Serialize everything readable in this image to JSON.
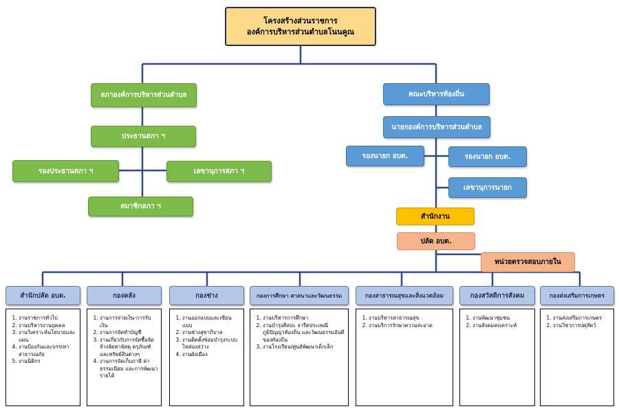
{
  "title": {
    "line1": "โครงสร้างส่วนราชการ",
    "line2": "องค์การบริหารส่วนตำบลโนนคูณ"
  },
  "left": {
    "council": "สภาองค์การบริหารส่วนตำบล",
    "chair": "ประธานสภา ฯ",
    "vice_chair": "รองประธานสภา ฯ",
    "secretary": "เลขานุการสภา ฯ",
    "members": "สมาชิกสภา ฯ"
  },
  "right": {
    "executive": "คณะบริหารท้องถิ่น",
    "mayor": "นายกองค์การบริหารส่วนตำบล",
    "deputy_1": "รองนายก อบต.",
    "deputy_2": "รองนายก อบต.",
    "mayor_secretary": "เลขานุการนายก",
    "office": "สำนักงาน",
    "clerk": "ปลัด อบต.",
    "audit": "หน่วยตรวจสอบภายใน"
  },
  "departments": [
    {
      "name": "สำนักปลัด อบต.",
      "items": [
        "งานราชการทั่วไป",
        "งานบริหารงานบุคคล",
        "งานวิเคราะห์นโยบายและแผน",
        "งานป้องกันและบรรเทาสาธารณภัย",
        "งานนิติกร"
      ]
    },
    {
      "name": "กองคลัง",
      "items": [
        "งานการจ่ายเงิน-การรับเงิน",
        "งานการจัดทำบัญชี",
        "งานเกี่ยวกับการจัดซื้อจัดจ้างจัดหาพัสดุ ครุภัณฑ์และทรัพย์สินต่างๆ",
        "งานการจัดเก็บภาษี ค่าธรรมเนียม และการพัฒนารายได้"
      ]
    },
    {
      "name": "กองช่าง",
      "items": [
        "งานออกแบบและเขียนแบบ",
        "งานช่างสุขาภิบาล",
        "งานติดตั้งซ่อมบำรุงระบบไฟส่องสว่าง",
        "งานผังเมือง"
      ]
    },
    {
      "name": "กองการศึกษา ศาสนาและวัฒนธรรม",
      "items": [
        "งานบริหารการศึกษา",
        "งานบำรุงศิลปะ จารีตประเพณี ภูมิปัญญาท้องถิ่น และวัฒนธรรมอันดีของท้องถิ่น",
        "งานโรงเรียน/ศูนย์พัฒนาเด็กเล็ก"
      ]
    },
    {
      "name": "กองสาธารณสุขและสิ่งแวดล้อม",
      "items": [
        "งานบริหารสาธารณสุข",
        "งานบริการรักษาความสะอาด"
      ]
    },
    {
      "name": "กองสวัสดิการสังคม",
      "items": [
        "งานพัฒนาชุมชน",
        "งานสังคมสงเคราะห์"
      ]
    },
    {
      "name": "กองส่งเสริมการเกษตร",
      "items": [
        "งานส่งเสริมการเกษตร",
        "งานวิชาการปศุสัตว์"
      ]
    }
  ]
}
